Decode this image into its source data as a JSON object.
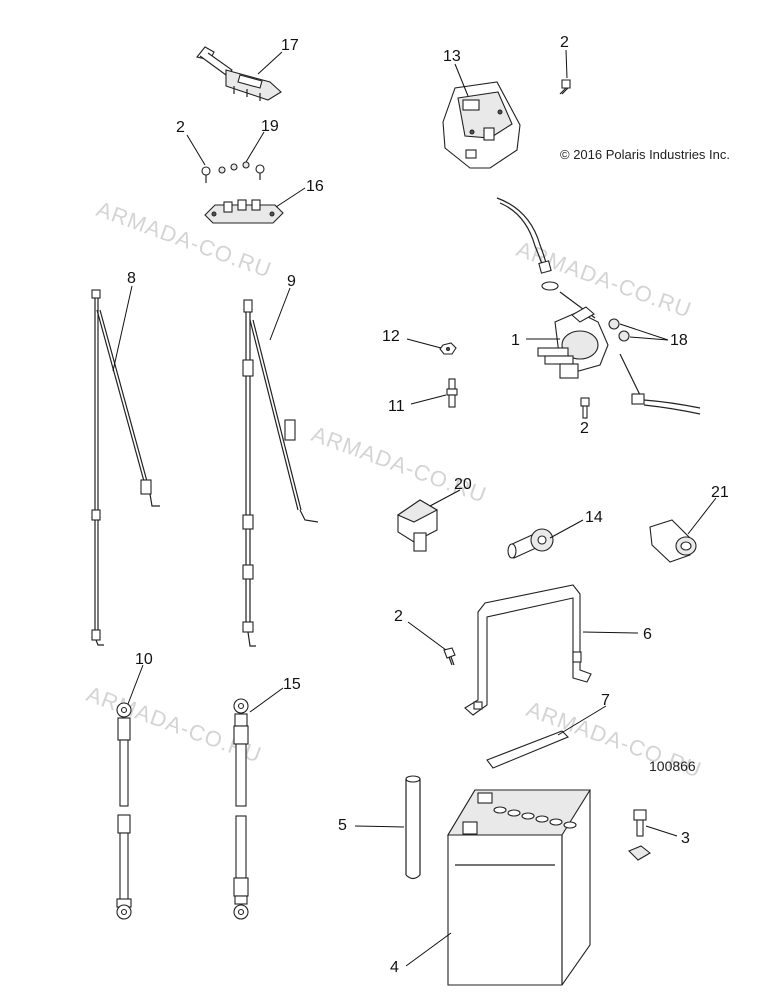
{
  "copyright": "© 2016 Polaris Industries Inc.",
  "part_number": "100866",
  "watermark": "ARMADA-CO.RU",
  "callouts": {
    "c17": "17",
    "c2a": "2",
    "c19": "19",
    "c16": "16",
    "c13": "13",
    "c2b": "2",
    "c8": "8",
    "c9": "9",
    "c12": "12",
    "c1": "1",
    "c18": "18",
    "c11": "11",
    "c2c": "2",
    "c20": "20",
    "c14": "14",
    "c21": "21",
    "c6": "6",
    "c2d": "2",
    "c10": "10",
    "c15": "15",
    "c7": "7",
    "c5": "5",
    "c3": "3",
    "c4": "4"
  }
}
